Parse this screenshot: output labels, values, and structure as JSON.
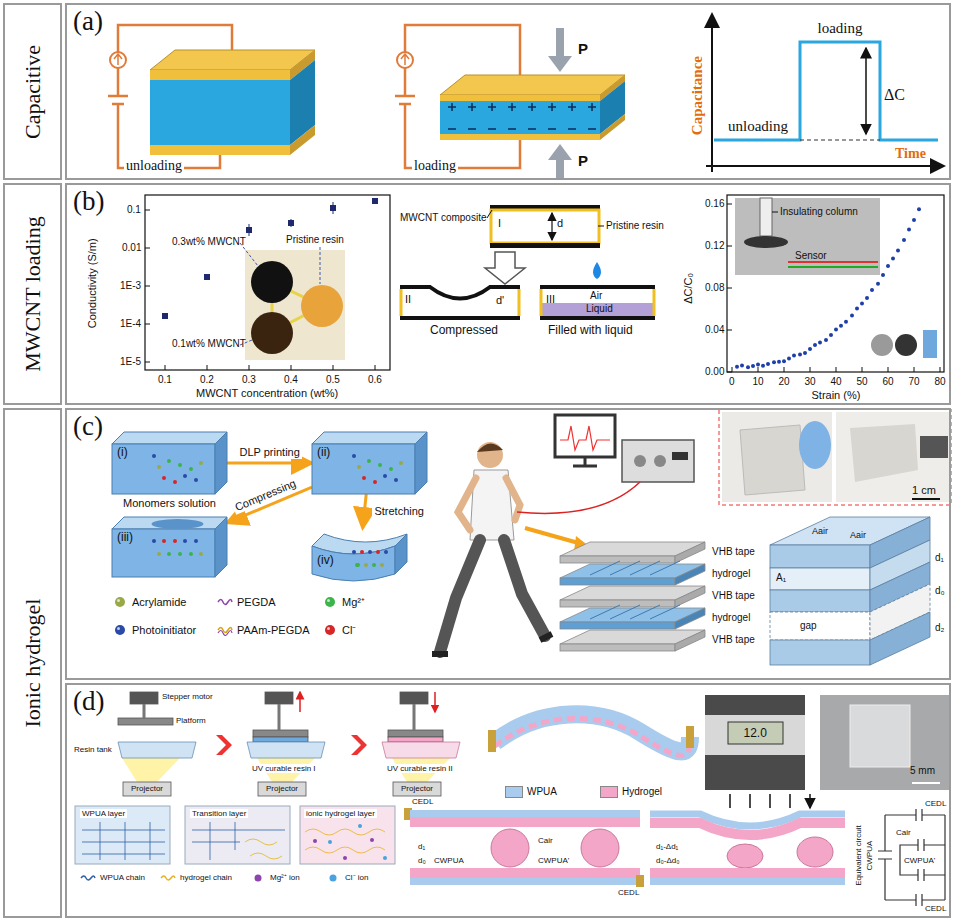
{
  "diagram": {
    "nodes": [
      {
        "text": [
          "Capacitive"
        ]
      },
      {
        "text": [
          "MWCNT loading"
        ]
      },
      {
        "text": [
          "Ionic hydrogel"
        ]
      },
      {
        "text": [
          "(a)"
        ]
      },
      {
        "text": [
          "(b)"
        ]
      },
      {
        "text": [
          "(c)"
        ]
      },
      {
        "text": [
          "(i)",
          "Monomers solution"
        ],
        "in": 5
      },
      {
        "text": [
          "(ii)"
        ],
        "in": 5
      },
      {
        "text": [
          "(iii)"
        ],
        "in": 5
      },
      {
        "text": [
          "(iv)"
        ],
        "in": 5
      },
      {
        "text": [
          "(d)"
        ]
      }
    ],
    "edges": [
      {
        "from": 6,
        "to": 7,
        "arrow": "to",
        "label": "DLP printing"
      },
      {
        "from": 7,
        "to": 8,
        "arrow": "to",
        "label": "Compressing"
      },
      {
        "from": 7,
        "to": 9,
        "arrow": "to",
        "label": "Stretching"
      }
    ],
    "labels": [
      "unloading",
      "loading",
      "P",
      "P",
      "Capacitance",
      "loading",
      "ΔC",
      "unloading",
      "Time",
      "Conductivity (S/m)",
      "1E-5",
      "1E-4",
      "1E-3",
      "0.01",
      "0.1",
      "0.1",
      "0.2",
      "0.3",
      "0.4",
      "0.5",
      "0.6",
      "MWCNT concentration (wt%)",
      "0.3wt% MWCNT",
      "Pristine resin",
      "0.1wt% MWCNT",
      "MWCNT composite",
      "I",
      "d",
      "Pristine resin",
      "II",
      "d'",
      "Compressed",
      "III",
      "Air",
      "Liquid",
      "Filled with liquid",
      "ΔC/C₀",
      "0.16",
      "0.12",
      "0.08",
      "0.04",
      "0.00",
      "0",
      "10",
      "20",
      "30",
      "40",
      "50",
      "60",
      "70",
      "80",
      "Strain (%)",
      "Insulating column",
      "Sensor",
      "VHB tape",
      "hydrogel",
      "VHB tape",
      "hydrogel",
      "VHB tape",
      "1 cm",
      "A₁",
      "Aair",
      "Aair",
      "d₁",
      "d₀",
      "d₂",
      "gap",
      "Stepper motor",
      "Platform",
      "Resin tank",
      "Projector",
      "UV curable resin I",
      "Projector",
      "UV curable resin II",
      "Projector",
      "12.0",
      "5 mm",
      "WPUA layer",
      "Transition layer",
      "ionic hydrogel layer",
      "CEDL",
      "d₁",
      "d₀",
      "CWPUA",
      "Cair",
      "CWPUA'",
      "CEDL",
      "d₁-Δd₁",
      "d₀-Δd₀",
      "Equivalent circuit",
      "CWPUA",
      "Cair",
      "CWPUA'",
      "CEDL",
      "CEDL"
    ],
    "legend": [
      {
        "text": "Acrylamide"
      },
      {
        "text": "PEGDA"
      },
      {
        "text": "Mg²⁺"
      },
      {
        "text": "Photoinitiator"
      },
      {
        "text": "PAAm-PEGDA"
      },
      {
        "text": "Cl⁻"
      },
      {
        "text": "WPUA",
        "color": "#a9cbee"
      },
      {
        "text": "Hydrogel",
        "color": "#f4a6c8"
      },
      {
        "text": "WPUA chain"
      },
      {
        "text": "hydrogel chain"
      },
      {
        "text": "Mg²⁺ ion"
      },
      {
        "text": "Cl⁻ ion"
      }
    ]
  }
}
